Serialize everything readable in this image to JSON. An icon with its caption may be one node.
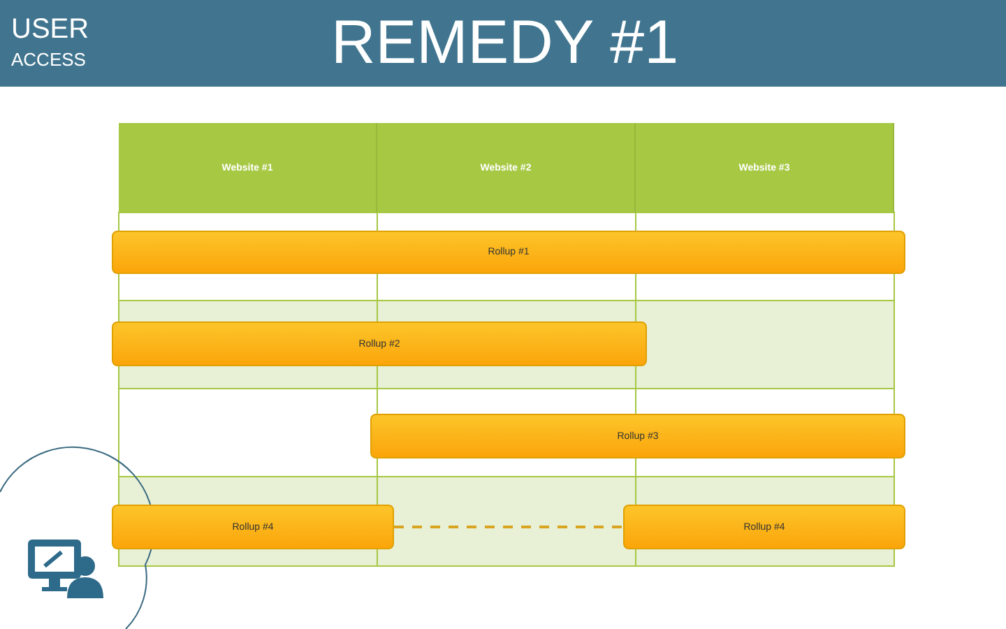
{
  "diagram": {
    "title": "REMEDY #1",
    "nodes": [
      {
        "text": [
          "Website #1"
        ]
      },
      {
        "text": [
          "Website #2"
        ]
      },
      {
        "text": [
          "Website #3"
        ]
      },
      {
        "text": [
          "Rollup #1"
        ]
      },
      {
        "text": [
          "Rollup #2"
        ]
      },
      {
        "text": [
          "Rollup #3"
        ]
      },
      {
        "text": [
          "Rollup #4"
        ]
      },
      {
        "text": [
          "Rollup #4"
        ]
      }
    ],
    "edges": [
      {
        "from": 6,
        "to": 7,
        "arrow": "none",
        "style": "dashed"
      }
    ],
    "labels": [
      "USER",
      "ACCESS"
    ]
  }
}
